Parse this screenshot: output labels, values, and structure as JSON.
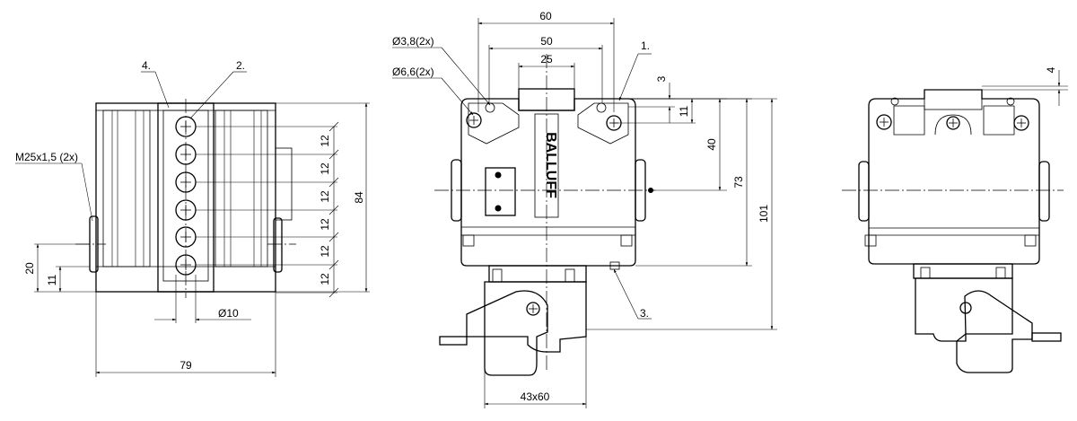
{
  "drawing": {
    "labels": {
      "cable_entry": "M25x1,5 (2x)",
      "hole_small": "Ø3,8(2x)",
      "hole_large": "Ø6,6(2x)",
      "brand": "BALLUFF"
    },
    "callouts": [
      "1.",
      "2.",
      "3.",
      "4."
    ],
    "dimensions": {
      "side_width": "79",
      "side_height": "84",
      "pitch": [
        "12",
        "12",
        "12",
        "12",
        "12",
        "12"
      ],
      "entry_height": "20",
      "entry_offset": "11",
      "led_diameter": "Ø10",
      "width_60": "60",
      "width_50": "50",
      "width_25": "25",
      "dim_3": "3",
      "dim_11": "11",
      "dim_40": "40",
      "dim_73": "73",
      "dim_101": "101",
      "dim_4": "4",
      "head_size": "43x60"
    }
  }
}
